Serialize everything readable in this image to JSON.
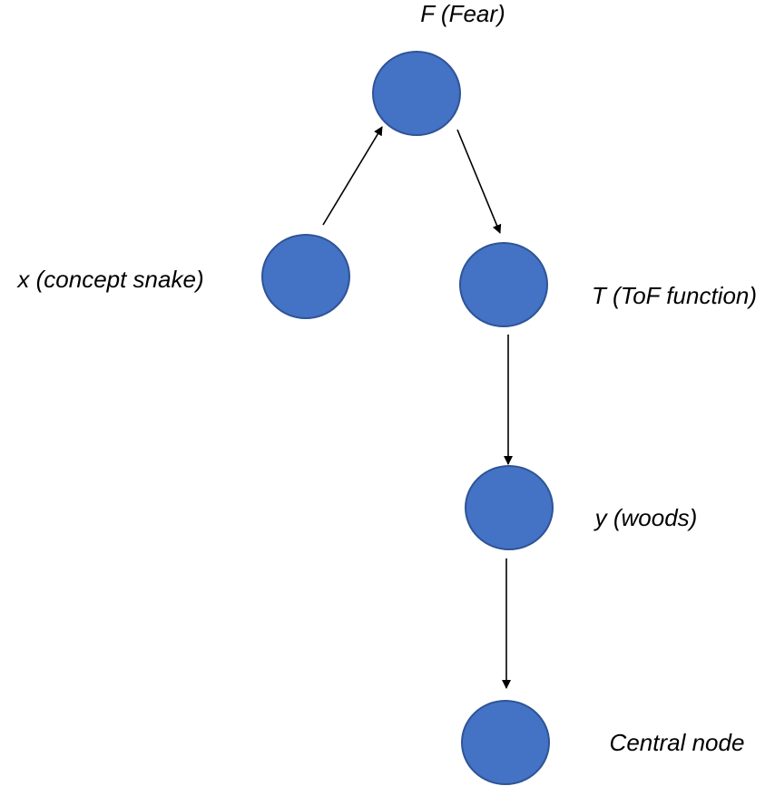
{
  "diagram": {
    "colors": {
      "node_fill": "#4472c4",
      "node_stroke": "#2f5496",
      "edge": "#000000",
      "label": "#000000"
    },
    "nodes": [
      {
        "id": "fear",
        "label": "F (Fear)"
      },
      {
        "id": "snake",
        "label": "x (concept snake)"
      },
      {
        "id": "tof",
        "label": "T (ToF function)"
      },
      {
        "id": "woods",
        "label": "y (woods)"
      },
      {
        "id": "central",
        "label": "Central node"
      }
    ],
    "edges": [
      {
        "from": "snake",
        "to": "fear"
      },
      {
        "from": "fear",
        "to": "tof"
      },
      {
        "from": "tof",
        "to": "woods"
      },
      {
        "from": "woods",
        "to": "central"
      }
    ]
  }
}
